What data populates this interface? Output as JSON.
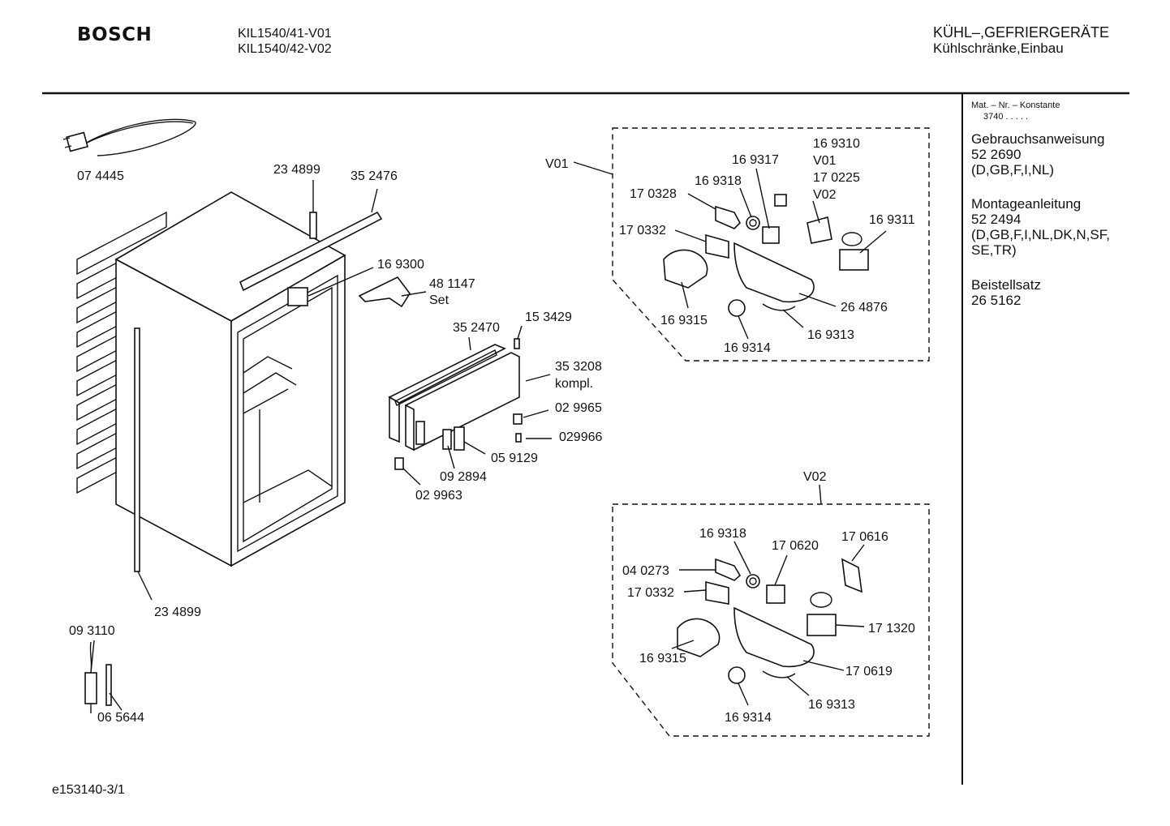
{
  "header": {
    "brand": "BOSCH",
    "models": [
      "KIL1540/41-V01",
      "KIL1540/42-V02"
    ],
    "category": [
      "KÜHL–,GEFRIERGERÄTE",
      "Kühlschränke,Einbau"
    ]
  },
  "sidebar": {
    "constant_label": "Mat. – Nr. – Konstante",
    "constant_value": "3740  .  .  .  .  .",
    "blocks": [
      {
        "lines": [
          "Gebrauchsanweisung",
          "52 2690",
          "(D,GB,F,I,NL)"
        ]
      },
      {
        "lines": [
          "Montageanleitung",
          "52 2494",
          "(D,GB,F,I,NL,DK,N,SF,",
          "SE,TR)"
        ]
      },
      {
        "lines": [
          "Beistellsatz",
          "26 5162"
        ]
      }
    ]
  },
  "footer": {
    "code": "e153140-3/1"
  },
  "parts": {
    "power_cord": "07 4445",
    "hinge_rail": "23 4899",
    "top_rail": "35 2476",
    "bracket": "16 9300",
    "set_part": "48 1147",
    "set_label": "Set",
    "door_seal": "35 2470",
    "screw_top": "15 3429",
    "door": "35 3208",
    "door_suffix": "kompl.",
    "clip_a": "02 9965",
    "screw_b": "029966",
    "hinge_c": "05 9129",
    "hinge_d": "09 2894",
    "clip_e": "02 9963",
    "side_strip": "23 4899",
    "sensor": "09 3110",
    "sensor_tube": "06 5644"
  },
  "v01": {
    "label": "V01",
    "parts": {
      "p1": "16 9310",
      "p1_v01": "V01",
      "p1_alt": "17 0225",
      "p1_v02": "V02",
      "p2": "16 9317",
      "p3": "16 9318",
      "p4": "17 0328",
      "p5": "16 9311",
      "p6": "17 0332",
      "p7": "26 4876",
      "p8": "16 9315",
      "p9": "16 9313",
      "p10": "16 9314"
    }
  },
  "v02": {
    "label": "V02",
    "parts": {
      "p1": "16 9318",
      "p2": "17 0620",
      "p3": "17 0616",
      "p4": "04 0273",
      "p5": "17 0332",
      "p6": "17 1320",
      "p7": "16 9315",
      "p8": "17 0619",
      "p9": "16 9313",
      "p10": "16 9314"
    }
  }
}
